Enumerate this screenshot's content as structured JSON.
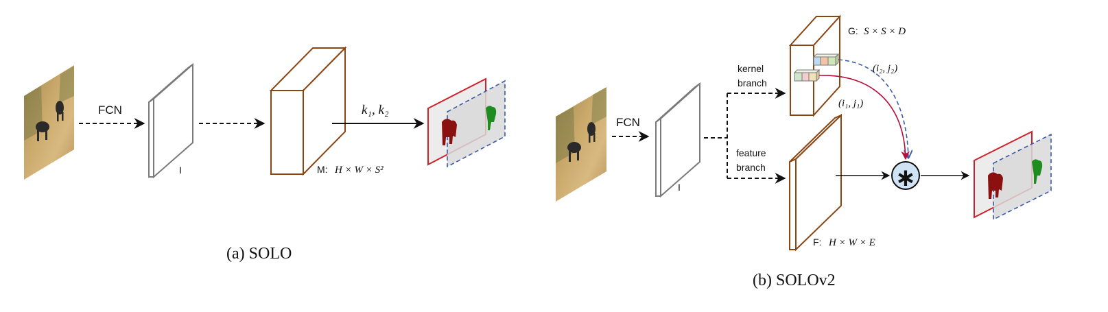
{
  "colors": {
    "feature_brown": "#8B4513",
    "plane_gray": "#888888",
    "mask_red": "#D0202A",
    "dash_blue": "#3A5BA8",
    "curve_red": "#B5103A",
    "conv_fill": "#CFE3F5"
  },
  "solo": {
    "fcn_label": "FCN",
    "input_feature_label": "I",
    "mask_label": "M:",
    "mask_dims": "H × W × S²",
    "index_label": "k₁,  k₂",
    "caption": "(a)  SOLO"
  },
  "solov2": {
    "fcn_label": "FCN",
    "input_feature_label": "I",
    "kernel_branch_line1": "kernel",
    "kernel_branch_line2": "branch",
    "feature_branch_line1": "feature",
    "feature_branch_line2": "branch",
    "kernel_label": "G:",
    "kernel_dims": "S × S × D",
    "feature_label": "F:",
    "feature_dims": "H × W × E",
    "index_1": "(i₁,  j₁)",
    "index_2": "(i₂,  j₂)",
    "conv_symbol": "∗",
    "caption": "(b)  SOLOv2"
  }
}
